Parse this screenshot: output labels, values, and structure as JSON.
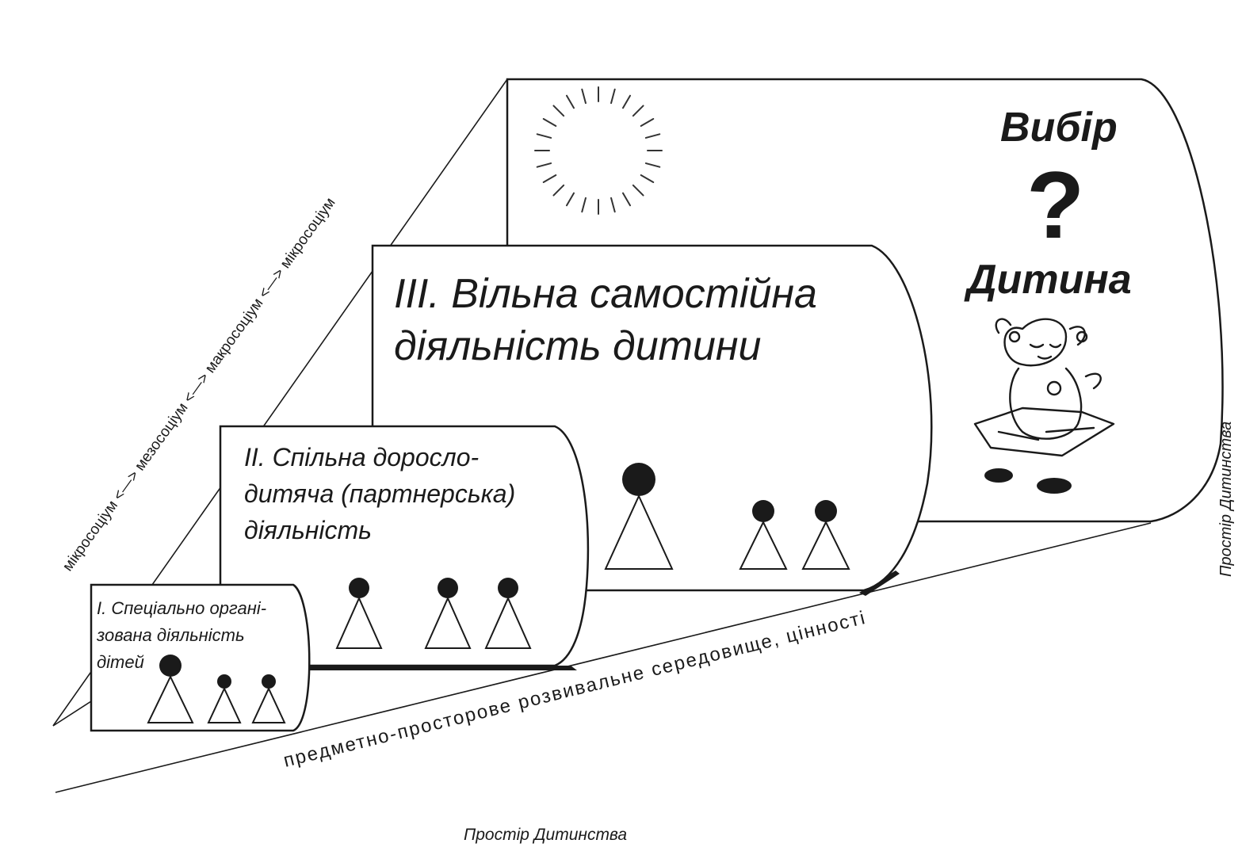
{
  "diagonal_scale": "мікросоціум <—> мезосоціум <—> макросоціум <—> мікросоціум",
  "bottom_axis": "предметно-просторове розвивальне середовище, цінності",
  "right_vertical_label": "Простір Дитинства",
  "footer_label": "Простір Дитинства",
  "choice": {
    "title": "Вибір",
    "question_mark": "?",
    "subject": "Дитина"
  },
  "levels": [
    {
      "lines": [
        "I. Спеціально органі-",
        "зована діяльність",
        "дітей"
      ],
      "figures": [
        "large",
        "small",
        "small"
      ]
    },
    {
      "lines": [
        "II. Спільна доросло-",
        "дитяча (партнерська)",
        "діяльність"
      ],
      "figures": [
        "medium",
        "medium",
        "medium"
      ]
    },
    {
      "lines": [
        "III. Вільна самостійна",
        "діяльність дитини"
      ],
      "figures": [
        "large",
        "medium",
        "medium"
      ]
    }
  ],
  "icons": {
    "sun": "sun-icon",
    "child": "child-drawing-icon",
    "figure": "person-figure-icon"
  },
  "colors": {
    "ink": "#1a1a1a",
    "paper": "#ffffff"
  }
}
